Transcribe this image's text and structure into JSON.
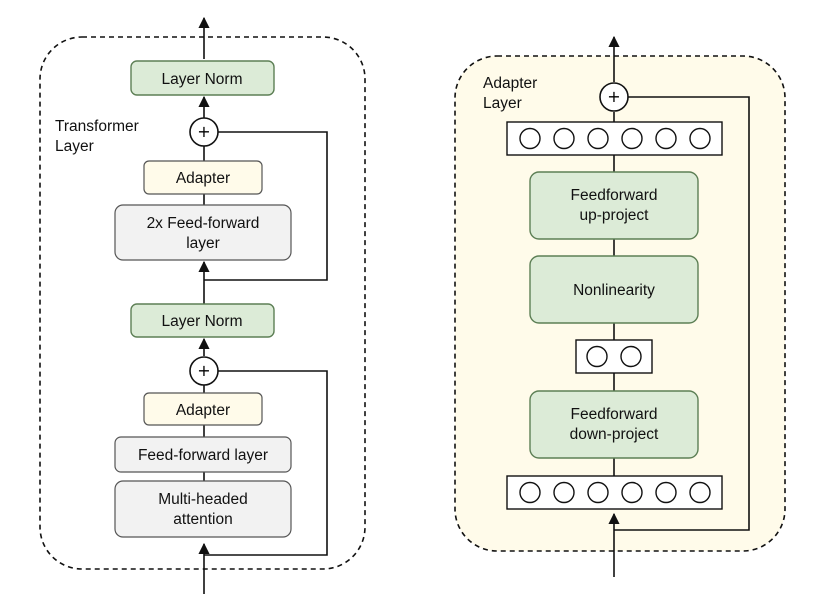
{
  "colors": {
    "norm_fill": "#dcebd7",
    "norm_stroke": "#5d7f55",
    "adapter_fill": "#fffbea",
    "adapter_panel_fill": "#fffbea",
    "gray_fill": "#f2f2f2",
    "line": "#111111"
  },
  "left": {
    "title_line1": "Transformer",
    "title_line2": "Layer",
    "top_layer_norm": "Layer Norm",
    "top_plus": "+",
    "top_adapter": "Adapter",
    "ffn_2x_line1": "2x Feed-forward",
    "ffn_2x_line2": "layer",
    "mid_layer_norm": "Layer Norm",
    "bottom_plus": "+",
    "bottom_adapter": "Adapter",
    "feed_forward": "Feed-forward layer",
    "mha_line1": "Multi-headed",
    "mha_line2": "attention"
  },
  "right": {
    "title_line1": "Adapter",
    "title_line2": "Layer",
    "plus": "+",
    "up_line1": "Feedforward",
    "up_line2": "up-project",
    "nonlinearity": "Nonlinearity",
    "down_line1": "Feedforward",
    "down_line2": "down-project"
  }
}
